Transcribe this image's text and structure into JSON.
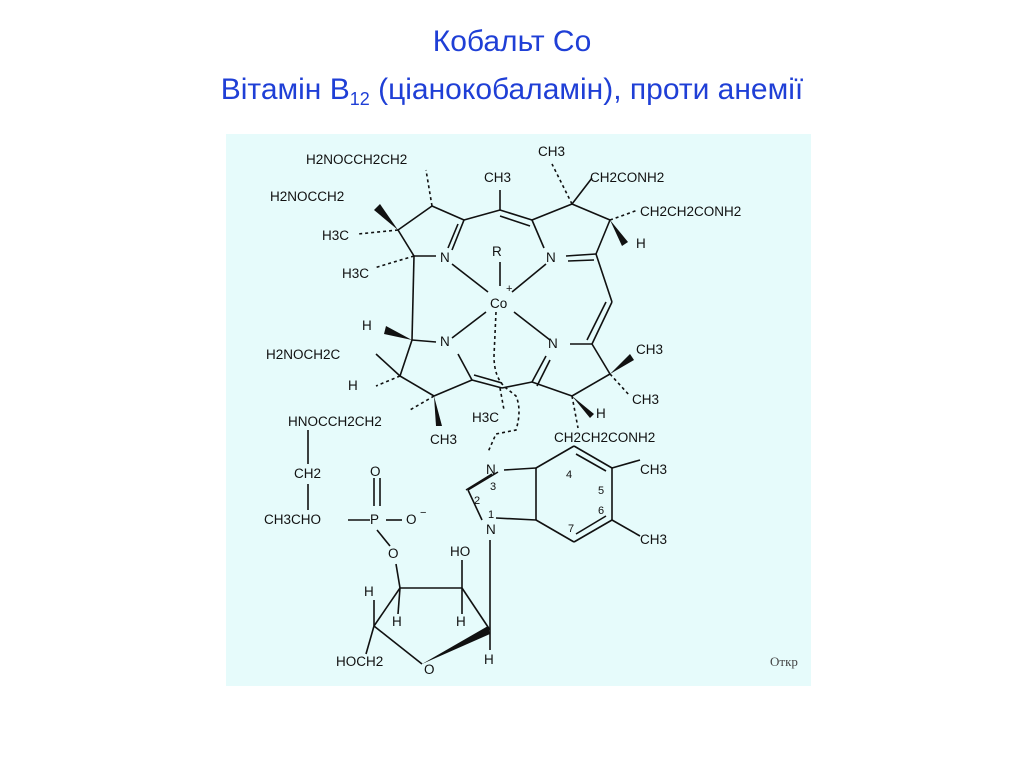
{
  "slide": {
    "title_line1": "Кобальт Co",
    "title_line2_pre": "Вітамін B",
    "title_line2_sub": "12",
    "title_line2_post": " (ціанокобаламін), проти анемії"
  },
  "structure": {
    "labels": {
      "top_left_1": "H2NOCCH2CH2",
      "top_left_2": "H2NOCCH2",
      "h3c_a": "H3C",
      "h3c_b": "H3C",
      "ch3_top": "CH3",
      "ch3_topright": "CH3",
      "ch2conh2_top": "CH2CONH2",
      "ch2ch2conh2_right": "CH2CH2CONH2",
      "h_right": "H",
      "r_ligand": "R",
      "cobalt": "Co",
      "plus": "+",
      "n_ul": "N",
      "n_ur": "N",
      "n_ll": "N",
      "n_lr": "N",
      "h_left": "H",
      "h2noch2c": "H2NOCH2C",
      "h_left2": "H",
      "ch3_r1": "CH3",
      "ch3_r2": "CH3",
      "h_lower": "H",
      "ch2ch2conh2_bottom": "CH2CH2CONH2",
      "hnocch2ch2": "HNOCCH2CH2",
      "ch3_bottom": "CH3",
      "h3c_center": "H3C",
      "ch2": "CH2",
      "ch3cho": "CH3CHO",
      "p": "P",
      "o_top": "O",
      "o_minus": "O",
      "minus": "−",
      "o_sugar": "O",
      "ho_sugar": "HO",
      "h_s1": "H",
      "h_s2": "H",
      "h_s3": "H",
      "h_s4": "H",
      "hoch2": "HOCH2",
      "o_ring": "O",
      "n3": "N",
      "n1": "N",
      "num_3": "3",
      "num_2": "2",
      "num_1": "1",
      "num_4": "4",
      "num_5": "5",
      "num_6": "6",
      "num_7": "7",
      "ch3_bz1": "CH3",
      "ch3_bz2": "CH3",
      "source_fragment": "Откр"
    }
  }
}
